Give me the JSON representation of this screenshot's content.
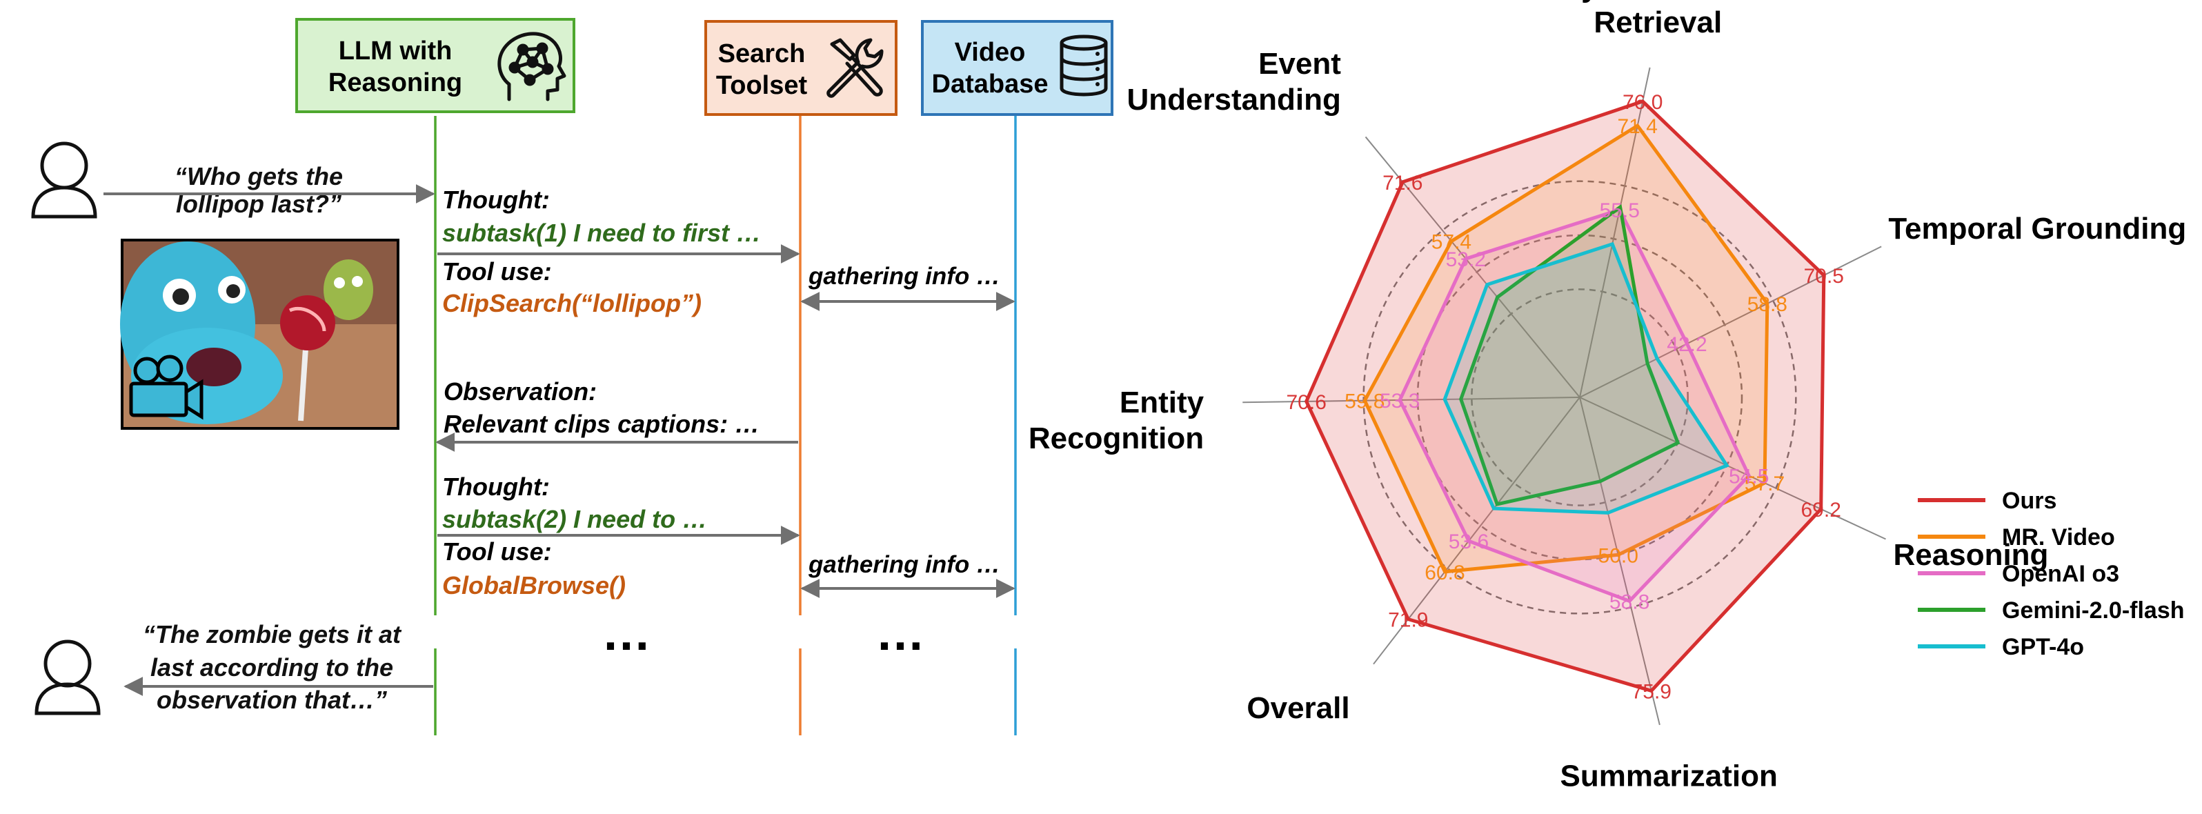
{
  "lanes": {
    "llm": {
      "line1": "LLM with",
      "line2": "Reasoning",
      "icon": "brain-network-icon",
      "fill": "#d9f2d0",
      "stroke": "#4ea72e"
    },
    "search": {
      "line1": "Search",
      "line2": "Toolset",
      "icon": "wrench-screwdriver-icon",
      "fill": "#fbe2d5",
      "stroke": "#c55a11"
    },
    "db": {
      "line1": "Video",
      "line2": "Database",
      "icon": "database-icon",
      "fill": "#c5e5f5",
      "stroke": "#2e75b6"
    }
  },
  "colors": {
    "green_text": "#2f6b1c",
    "orange_text": "#c55a11",
    "arrow": "#707070"
  },
  "question": {
    "line1": "“Who gets the",
    "line2": "lollipop last?”"
  },
  "video_thumbnail": {
    "icon": "video-camera-icon"
  },
  "step1": {
    "thought_label": "Thought:",
    "thought_text": "subtask(1) I need to first …",
    "tool_label": "Tool use:",
    "tool_call": "ClipSearch(“lollipop”)",
    "gather": "gathering info …",
    "obs_label": "Observation:",
    "obs_text": "Relevant clips captions: …"
  },
  "step2": {
    "thought_label": "Thought:",
    "thought_text": "subtask(2) I need to …",
    "tool_label": "Tool use:",
    "tool_call": "GlobalBrowse()",
    "gather": "gathering info …"
  },
  "ellipsis": {
    "left": "…",
    "right": "…"
  },
  "answer": {
    "line1": "“The zombie gets it at",
    "line2": "last according to the",
    "line3": "observation that…”"
  },
  "chart_data": {
    "type": "radar",
    "axes": [
      {
        "line1": "Key Information",
        "line2": "Retrieval"
      },
      {
        "line1": "Temporal Grounding",
        "line2": ""
      },
      {
        "line1": "Reasoning",
        "line2": ""
      },
      {
        "line1": "Summarization",
        "line2": ""
      },
      {
        "line1": "Overall",
        "line2": ""
      },
      {
        "line1": "Entity",
        "line2": "Recognition"
      },
      {
        "line1": "Event",
        "line2": "Understanding"
      }
    ],
    "series": [
      {
        "name": "Ours",
        "color": "#d62f2f",
        "values": [
          76.0,
          70.5,
          69.2,
          75.9,
          71.9,
          70.6,
          71.6
        ],
        "labels": [
          "76.0",
          "70.5",
          "69.2",
          "75.9",
          "71.9",
          "70.6",
          "71.6"
        ]
      },
      {
        "name": "MR. Video",
        "color": "#f5870f",
        "values": [
          71.4,
          58.8,
          57.7,
          50.0,
          60.8,
          59.8,
          57.4
        ],
        "labels": [
          "71.4",
          "58.8",
          "57.7",
          "50.0",
          "60.8",
          "59.8",
          "57.4"
        ]
      },
      {
        "name": "OpenAI o3",
        "color": "#e56cc5",
        "values": [
          55.5,
          42.2,
          54.5,
          58.8,
          53.6,
          53.3,
          53.2
        ],
        "labels": [
          "55.5",
          "42.2",
          "54.5",
          "58.8",
          "53.6",
          "53.3",
          "53.2"
        ]
      },
      {
        "name": "Gemini-2.0-flash",
        "color": "#2ca02c",
        "values": [
          56.0,
          34.0,
          40.0,
          36.0,
          45.0,
          42.0,
          44.0
        ],
        "labels": []
      },
      {
        "name": "GPT-4o",
        "color": "#17becf",
        "values": [
          49.0,
          36.0,
          50.0,
          42.0,
          46.0,
          45.0,
          47.0
        ],
        "labels": []
      }
    ],
    "r_range": [
      20,
      80
    ],
    "grid_rings": [
      40,
      50,
      60
    ],
    "legend_position": "right"
  }
}
